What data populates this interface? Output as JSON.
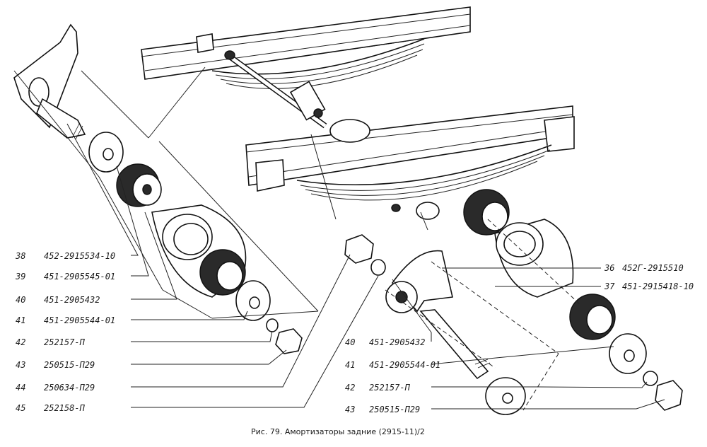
{
  "caption": "Рис. 79. Амортизаторы задние (2915-11)/2",
  "left_callouts": [
    {
      "num": "38",
      "code": "452-2915534-10"
    },
    {
      "num": "39",
      "code": "451-2905545-01"
    },
    {
      "num": "40",
      "code": "451-2905432"
    },
    {
      "num": "41",
      "code": "451-2905544-01"
    },
    {
      "num": "42",
      "code": "252157-П"
    },
    {
      "num": "43",
      "code": "250515-П29"
    },
    {
      "num": "44",
      "code": "250634-П29"
    },
    {
      "num": "45",
      "code": "252158-П"
    }
  ],
  "right_callouts": [
    {
      "num": "40",
      "code": "451-2905432"
    },
    {
      "num": "41",
      "code": "451-2905544-01"
    },
    {
      "num": "42",
      "code": "252157-П"
    },
    {
      "num": "43",
      "code": "250515-П29"
    }
  ],
  "top_right_callouts": [
    {
      "num": "36",
      "code": "452Г-2915510"
    },
    {
      "num": "37",
      "code": "451-2915418-10"
    }
  ]
}
